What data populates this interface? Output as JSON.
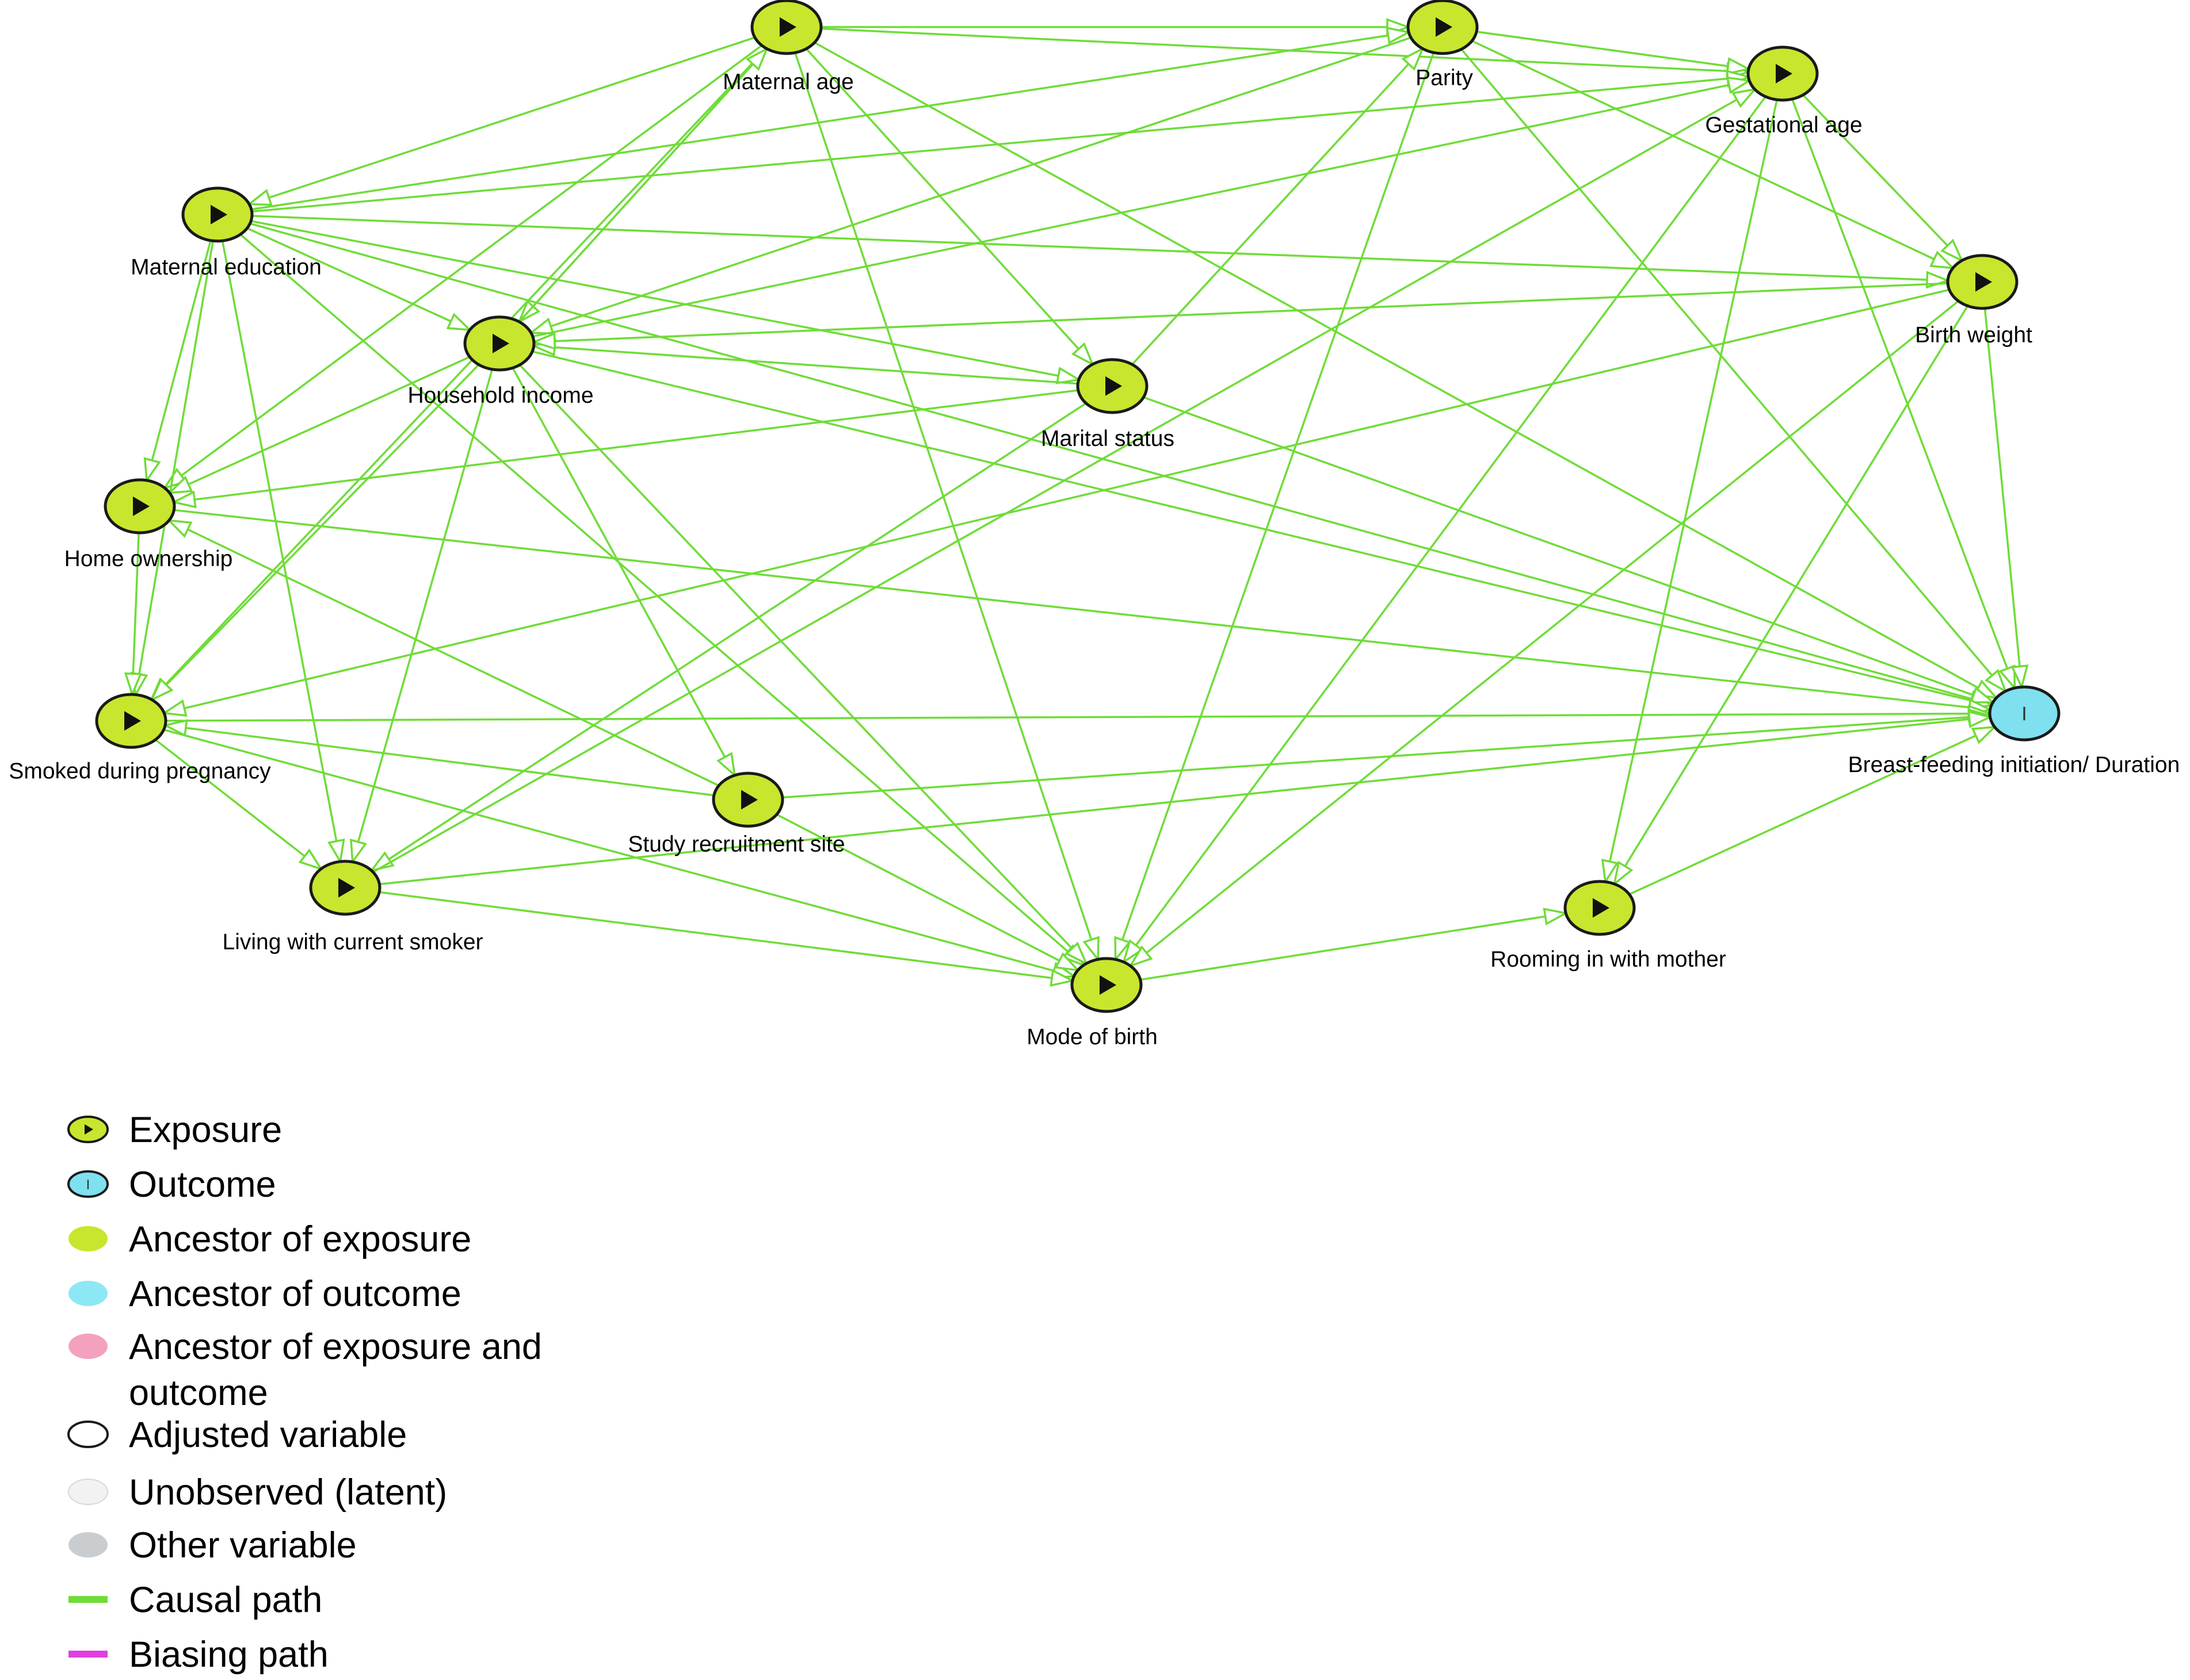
{
  "diagram": {
    "nodes": [
      {
        "id": "maternal_age",
        "label": "Maternal age",
        "role": "exposure"
      },
      {
        "id": "parity",
        "label": "Parity",
        "role": "exposure"
      },
      {
        "id": "gestational_age",
        "label": "Gestational age",
        "role": "exposure"
      },
      {
        "id": "maternal_education",
        "label": "Maternal education",
        "role": "exposure"
      },
      {
        "id": "household_income",
        "label": "Household income",
        "role": "exposure"
      },
      {
        "id": "marital_status",
        "label": "Marital status",
        "role": "exposure"
      },
      {
        "id": "birth_weight",
        "label": "Birth weight",
        "role": "exposure"
      },
      {
        "id": "home_ownership",
        "label": "Home ownership",
        "role": "exposure"
      },
      {
        "id": "smoked_pregnancy",
        "label": "Smoked during pregnancy",
        "role": "exposure"
      },
      {
        "id": "breastfeeding",
        "label": "Breast-feeding initiation/ Duration",
        "role": "outcome"
      },
      {
        "id": "study_site",
        "label": "Study recruitment site",
        "role": "exposure"
      },
      {
        "id": "living_smoker",
        "label": "Living with current smoker",
        "role": "exposure"
      },
      {
        "id": "rooming_in",
        "label": "Rooming in with mother",
        "role": "exposure"
      },
      {
        "id": "mode_of_birth",
        "label": "Mode of birth",
        "role": "exposure"
      }
    ],
    "edges": [
      [
        "maternal_age",
        "parity"
      ],
      [
        "maternal_age",
        "gestational_age"
      ],
      [
        "maternal_age",
        "maternal_education"
      ],
      [
        "maternal_age",
        "household_income"
      ],
      [
        "maternal_age",
        "marital_status"
      ],
      [
        "maternal_age",
        "home_ownership"
      ],
      [
        "maternal_age",
        "smoked_pregnancy"
      ],
      [
        "maternal_age",
        "mode_of_birth"
      ],
      [
        "maternal_age",
        "breastfeeding"
      ],
      [
        "parity",
        "gestational_age"
      ],
      [
        "parity",
        "birth_weight"
      ],
      [
        "parity",
        "household_income"
      ],
      [
        "parity",
        "breastfeeding"
      ],
      [
        "parity",
        "mode_of_birth"
      ],
      [
        "gestational_age",
        "birth_weight"
      ],
      [
        "gestational_age",
        "breastfeeding"
      ],
      [
        "gestational_age",
        "mode_of_birth"
      ],
      [
        "gestational_age",
        "rooming_in"
      ],
      [
        "maternal_education",
        "parity"
      ],
      [
        "maternal_education",
        "gestational_age"
      ],
      [
        "maternal_education",
        "household_income"
      ],
      [
        "maternal_education",
        "marital_status"
      ],
      [
        "maternal_education",
        "birth_weight"
      ],
      [
        "maternal_education",
        "home_ownership"
      ],
      [
        "maternal_education",
        "smoked_pregnancy"
      ],
      [
        "maternal_education",
        "living_smoker"
      ],
      [
        "maternal_education",
        "breastfeeding"
      ],
      [
        "maternal_education",
        "mode_of_birth"
      ],
      [
        "household_income",
        "maternal_age"
      ],
      [
        "household_income",
        "gestational_age"
      ],
      [
        "household_income",
        "home_ownership"
      ],
      [
        "household_income",
        "smoked_pregnancy"
      ],
      [
        "household_income",
        "living_smoker"
      ],
      [
        "household_income",
        "study_site"
      ],
      [
        "household_income",
        "mode_of_birth"
      ],
      [
        "household_income",
        "breastfeeding"
      ],
      [
        "marital_status",
        "household_income"
      ],
      [
        "marital_status",
        "parity"
      ],
      [
        "marital_status",
        "home_ownership"
      ],
      [
        "marital_status",
        "breastfeeding"
      ],
      [
        "marital_status",
        "living_smoker"
      ],
      [
        "birth_weight",
        "household_income"
      ],
      [
        "birth_weight",
        "smoked_pregnancy"
      ],
      [
        "birth_weight",
        "breastfeeding"
      ],
      [
        "birth_weight",
        "rooming_in"
      ],
      [
        "birth_weight",
        "mode_of_birth"
      ],
      [
        "home_ownership",
        "smoked_pregnancy"
      ],
      [
        "home_ownership",
        "breastfeeding"
      ],
      [
        "smoked_pregnancy",
        "breastfeeding"
      ],
      [
        "smoked_pregnancy",
        "living_smoker"
      ],
      [
        "smoked_pregnancy",
        "mode_of_birth"
      ],
      [
        "study_site",
        "home_ownership"
      ],
      [
        "study_site",
        "breastfeeding"
      ],
      [
        "study_site",
        "smoked_pregnancy"
      ],
      [
        "study_site",
        "mode_of_birth"
      ],
      [
        "living_smoker",
        "gestational_age"
      ],
      [
        "living_smoker",
        "mode_of_birth"
      ],
      [
        "living_smoker",
        "breastfeeding"
      ],
      [
        "mode_of_birth",
        "rooming_in"
      ],
      [
        "rooming_in",
        "breastfeeding"
      ]
    ]
  },
  "legend": [
    {
      "id": "exposure",
      "label": "Exposure"
    },
    {
      "id": "outcome",
      "label": "Outcome"
    },
    {
      "id": "ancestor_exposure",
      "label": "Ancestor of exposure"
    },
    {
      "id": "ancestor_outcome",
      "label": "Ancestor of outcome"
    },
    {
      "id": "ancestor_both",
      "label": "Ancestor of exposure and",
      "label2": "outcome"
    },
    {
      "id": "adjusted",
      "label": "Adjusted variable"
    },
    {
      "id": "latent",
      "label": "Unobserved (latent)"
    },
    {
      "id": "other",
      "label": "Other variable"
    },
    {
      "id": "causal",
      "label": "Causal path"
    },
    {
      "id": "biasing",
      "label": "Biasing path"
    }
  ],
  "colors": {
    "exposure_fill": "#c8e62d",
    "outcome_fill": "#7fe0f0",
    "edge_causal": "#6fdc38",
    "edge_biasing": "#e040e0",
    "ancestor_outcome_fill": "#8ee7f5",
    "ancestor_both_fill": "#f4a1c0",
    "latent_fill": "#f2f2f2",
    "other_fill": "#c9cdd0",
    "outline": "#1a1a1a"
  },
  "symbols": {
    "exposure": "play-triangle-icon",
    "outcome": "I"
  }
}
